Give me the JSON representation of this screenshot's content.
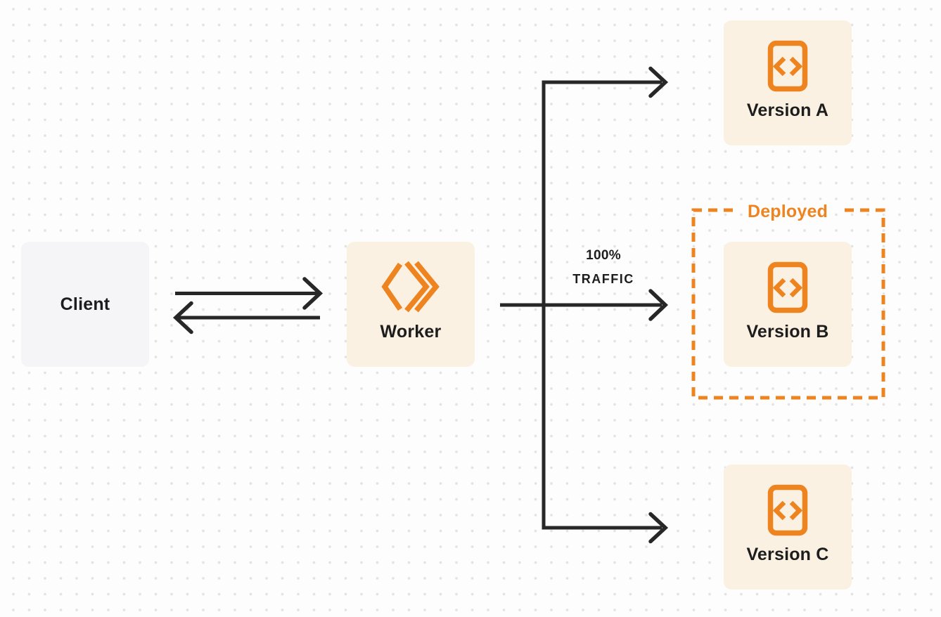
{
  "diagram": {
    "client": {
      "label": "Client"
    },
    "worker": {
      "label": "Worker"
    },
    "versions": [
      {
        "label": "Version A"
      },
      {
        "label": "Version B"
      },
      {
        "label": "Version C"
      }
    ],
    "traffic_annotation": {
      "line1": "100%",
      "line2": "TRAFFIC"
    },
    "deployed_annotation": "Deployed"
  },
  "colors": {
    "accent_orange": "#EE8420",
    "node_cream": "#FAF1E3",
    "client_gray": "#F5F5F7",
    "line_dark": "#272727",
    "text_dark": "#1D1D1D",
    "background": "#FDFDFD",
    "dot_grid": "#E3E3E4"
  },
  "icons": {
    "worker_icon": "double-chevron-diamond",
    "version_icon": "code-file"
  }
}
